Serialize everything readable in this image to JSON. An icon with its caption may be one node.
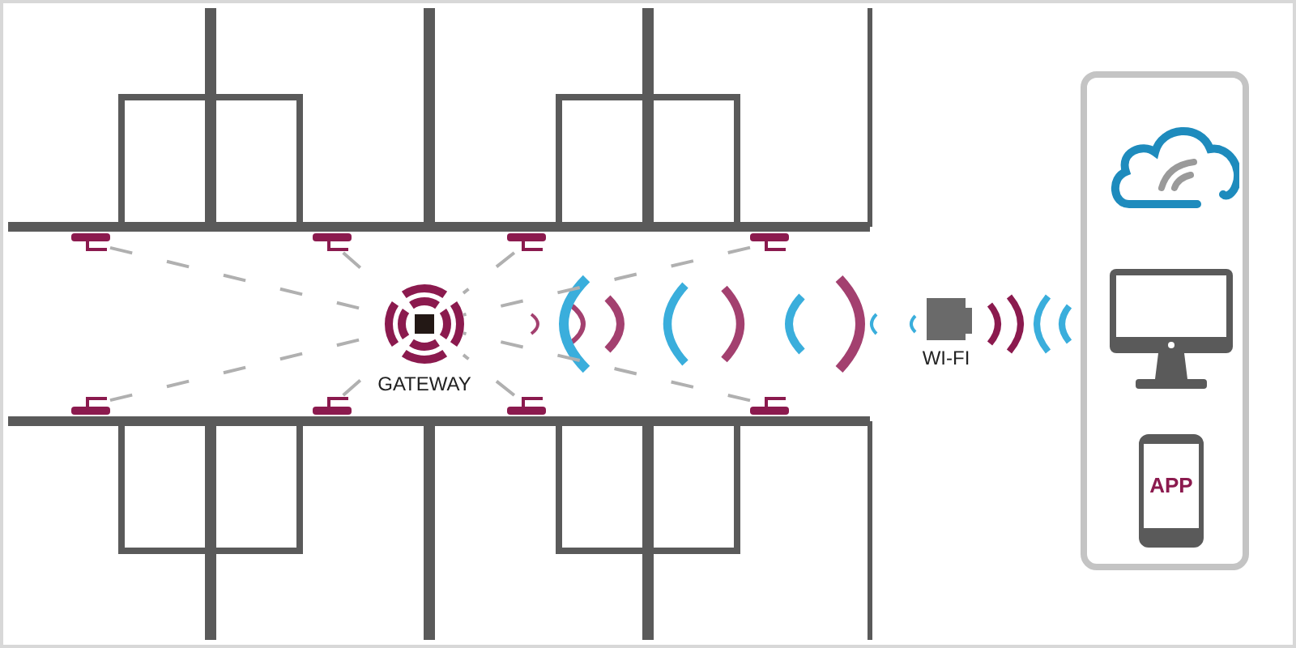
{
  "diagram": {
    "nodes": [
      {
        "text": [],
        "shape": "bar"
      },
      {
        "text": [],
        "shape": "bar"
      },
      {
        "text": [],
        "shape": "bar"
      },
      {
        "text": [],
        "shape": "bar"
      },
      {
        "text": [
          "GATEWAY"
        ]
      },
      {
        "text": [],
        "shape": "bar"
      },
      {
        "text": [],
        "shape": "bar"
      },
      {
        "text": [],
        "shape": "bar"
      },
      {
        "text": [],
        "shape": "bar"
      },
      {
        "text": [
          "WI-FI"
        ]
      },
      {
        "text": [],
        "shape": "box"
      },
      {
        "text": [],
        "shape": "cloud",
        "in": 10
      },
      {
        "text": [],
        "shape": "picture",
        "in": 10
      },
      {
        "text": [
          "APP"
        ],
        "in": 10
      }
    ],
    "edges": [
      {
        "from": 0,
        "to": 4,
        "arrow": "none",
        "style": "dashed"
      },
      {
        "from": 1,
        "to": 4,
        "arrow": "none",
        "style": "dashed"
      },
      {
        "from": 2,
        "to": 4,
        "arrow": "none",
        "style": "dashed"
      },
      {
        "from": 3,
        "to": 4,
        "arrow": "none",
        "style": "dashed"
      },
      {
        "from": 5,
        "to": 4,
        "arrow": "none",
        "style": "dashed"
      },
      {
        "from": 6,
        "to": 4,
        "arrow": "none",
        "style": "dashed"
      },
      {
        "from": 7,
        "to": 4,
        "arrow": "none",
        "style": "dashed"
      },
      {
        "from": 8,
        "to": 4,
        "arrow": "none",
        "style": "dashed"
      }
    ]
  }
}
